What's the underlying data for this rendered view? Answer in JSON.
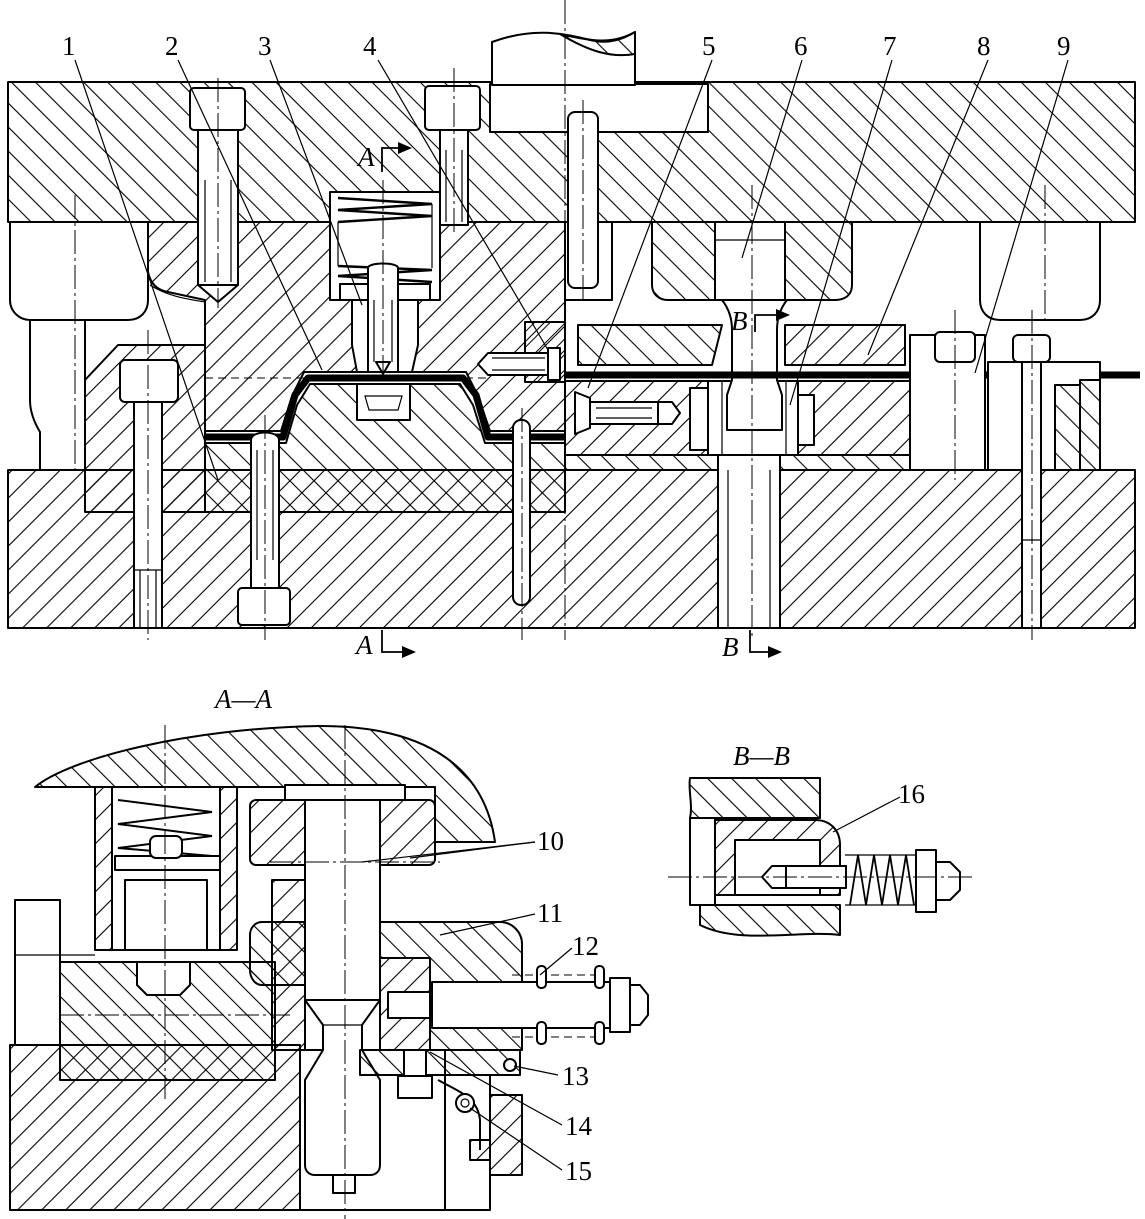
{
  "drawing": {
    "part_numbers": [
      "1",
      "2",
      "3",
      "4",
      "5",
      "6",
      "7",
      "8",
      "9",
      "10",
      "11",
      "12",
      "13",
      "14",
      "15",
      "16"
    ],
    "section_marks": {
      "a": "A",
      "b": "B"
    },
    "views": {
      "aa": "A—A",
      "bb": "B—B"
    }
  },
  "colors": {
    "ink": "#000000",
    "paper": "#ffffff"
  }
}
